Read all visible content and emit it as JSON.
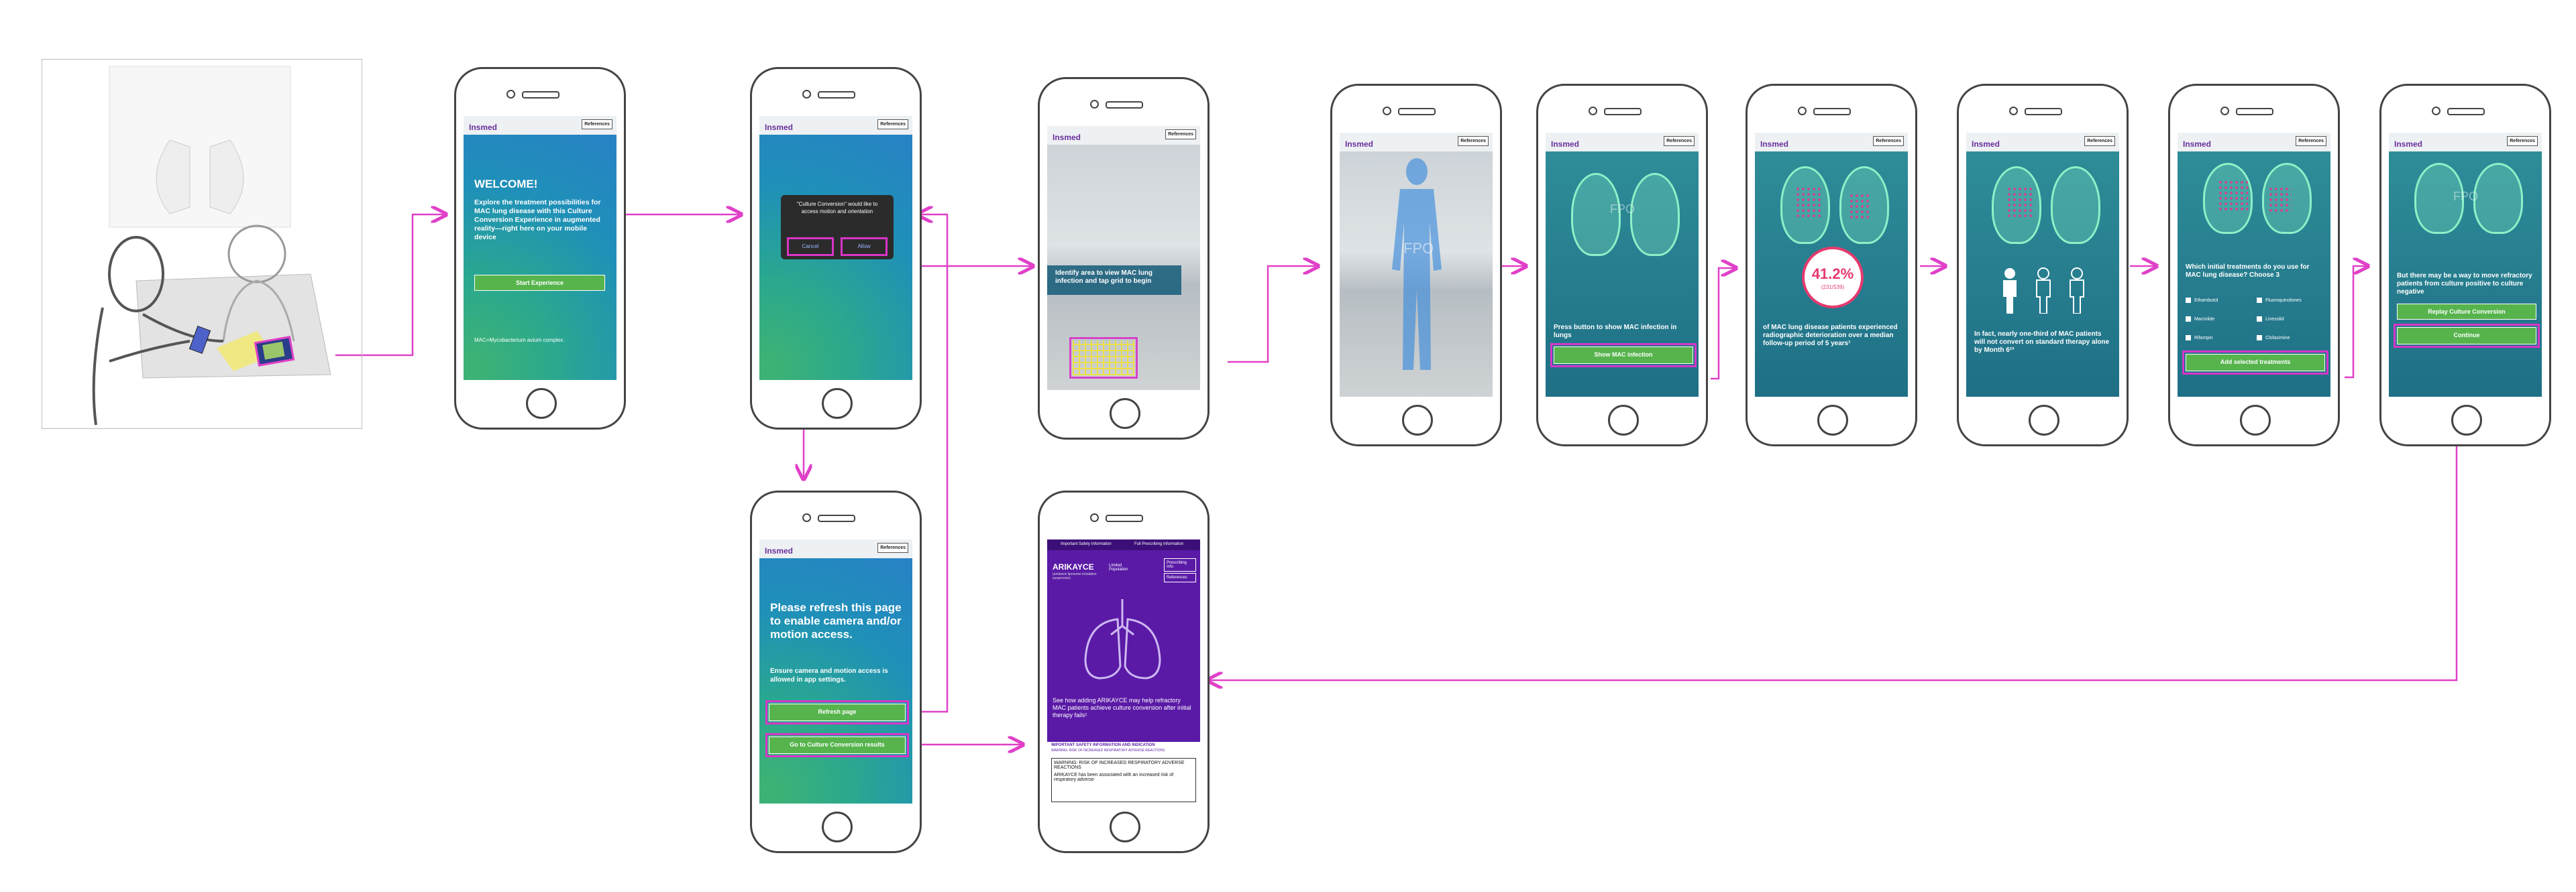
{
  "header": {
    "logo": "Insmed",
    "references": "References"
  },
  "welcome": {
    "title": "WELCOME!",
    "body": "Explore the treatment possibilities for MAC lung disease with this Culture Conversion Experience in augmented reality—right here on your mobile device",
    "start": "Start Experience",
    "footnote": "MAC=Mycobacterium avium complex."
  },
  "permission": {
    "message": "\"Culture Conversion\" would like to access motion and orientation",
    "cancel": "Cancel",
    "allow": "Allow"
  },
  "refresh": {
    "heading": "Please refresh this page to enable camera and/or motion access.",
    "body": "Ensure camera and motion access is allowed in app settings.",
    "refresh_btn": "Refresh page",
    "results_btn": "Go to Culture Conversion results"
  },
  "identify": {
    "text": "Identify area to view MAC lung infection and tap grid to begin"
  },
  "figure": {
    "label": "FPO"
  },
  "lungs": {
    "text": "Press button to show MAC infection in lungs",
    "button": "Show MAC infection"
  },
  "stat": {
    "percent": "41.2%",
    "count": "(231/539)",
    "text": "of MAC lung disease patients experienced radiographic deterioration over a median follow-up period of 5 years¹"
  },
  "third": {
    "text": "In fact, nearly one-third of MAC patients will not convert on standard therapy alone by Month 6²³"
  },
  "treatments": {
    "question": "Which initial treatments do you use for MAC lung disease? Choose 3",
    "options": [
      "Ethambutol",
      "Fluoroquinolones",
      "Macrolide",
      "Linezolid",
      "Rifampin",
      "Clofazimine"
    ],
    "button": "Add selected treatments"
  },
  "refractory": {
    "text": "But there may be a way to move refractory patients from culture positive to culture negative",
    "replay": "Replay Culture Conversion",
    "continue": "Continue"
  },
  "arikayce": {
    "nav_left": "Important Safety Information",
    "nav_right": "Full Prescribing Information",
    "brand": "ARIKAYCE",
    "brand_sub": "(amikacin liposome inhalation suspension)",
    "limited": "Limited Population",
    "btn1": "Prescribing Info",
    "btn2": "References",
    "body": "See how adding ARIKAYCE may help refractory MAC patients achieve culture conversion after initial therapy fails¹",
    "isi_title": "IMPORTANT SAFETY INFORMATION AND INDICATION",
    "isi_title2": "WARNING: RISK OF INCREASED RESPIRATORY ADVERSE REACTIONS",
    "warning": "WARNING: RISK OF INCREASED RESPIRATORY ADVERSE REACTIONS",
    "warning_body": "ARIKAYCE has been associated with an increased risk of respiratory adverse"
  },
  "colors": {
    "accent": "#e040c8",
    "button": "#57b44d",
    "purple": "#5a1aa6",
    "stat_ring": "#e53a6e"
  }
}
